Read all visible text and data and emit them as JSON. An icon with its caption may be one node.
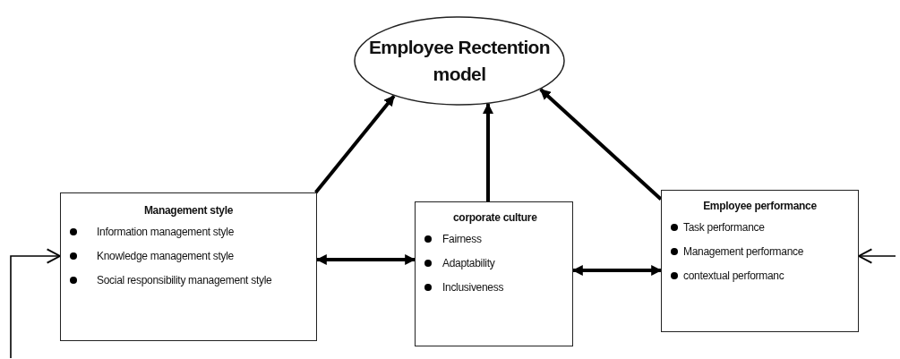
{
  "diagram": {
    "nodes": [
      {
        "text": [
          "Employee Rectention model"
        ]
      },
      {
        "text": [
          "Management style",
          "Information management style",
          "Knowledge management style",
          "Social responsibility management style"
        ]
      },
      {
        "text": [
          "corporate culture",
          "Fairness",
          "Adaptability",
          "Inclusiveness"
        ]
      },
      {
        "text": [
          "Employee performance",
          "Task performance",
          "Management performance",
          "contextual performanc"
        ]
      }
    ],
    "edges": [
      {
        "from": 1,
        "to": 0,
        "arrow": "to"
      },
      {
        "from": 2,
        "to": 0,
        "arrow": "to"
      },
      {
        "from": 3,
        "to": 0,
        "arrow": "to"
      },
      {
        "from": 1,
        "to": 2,
        "arrow": "both"
      },
      {
        "from": 2,
        "to": 3,
        "arrow": "both"
      },
      {
        "from": null,
        "to": 1,
        "arrow": "to"
      },
      {
        "from": null,
        "to": 3,
        "arrow": "to"
      }
    ]
  }
}
